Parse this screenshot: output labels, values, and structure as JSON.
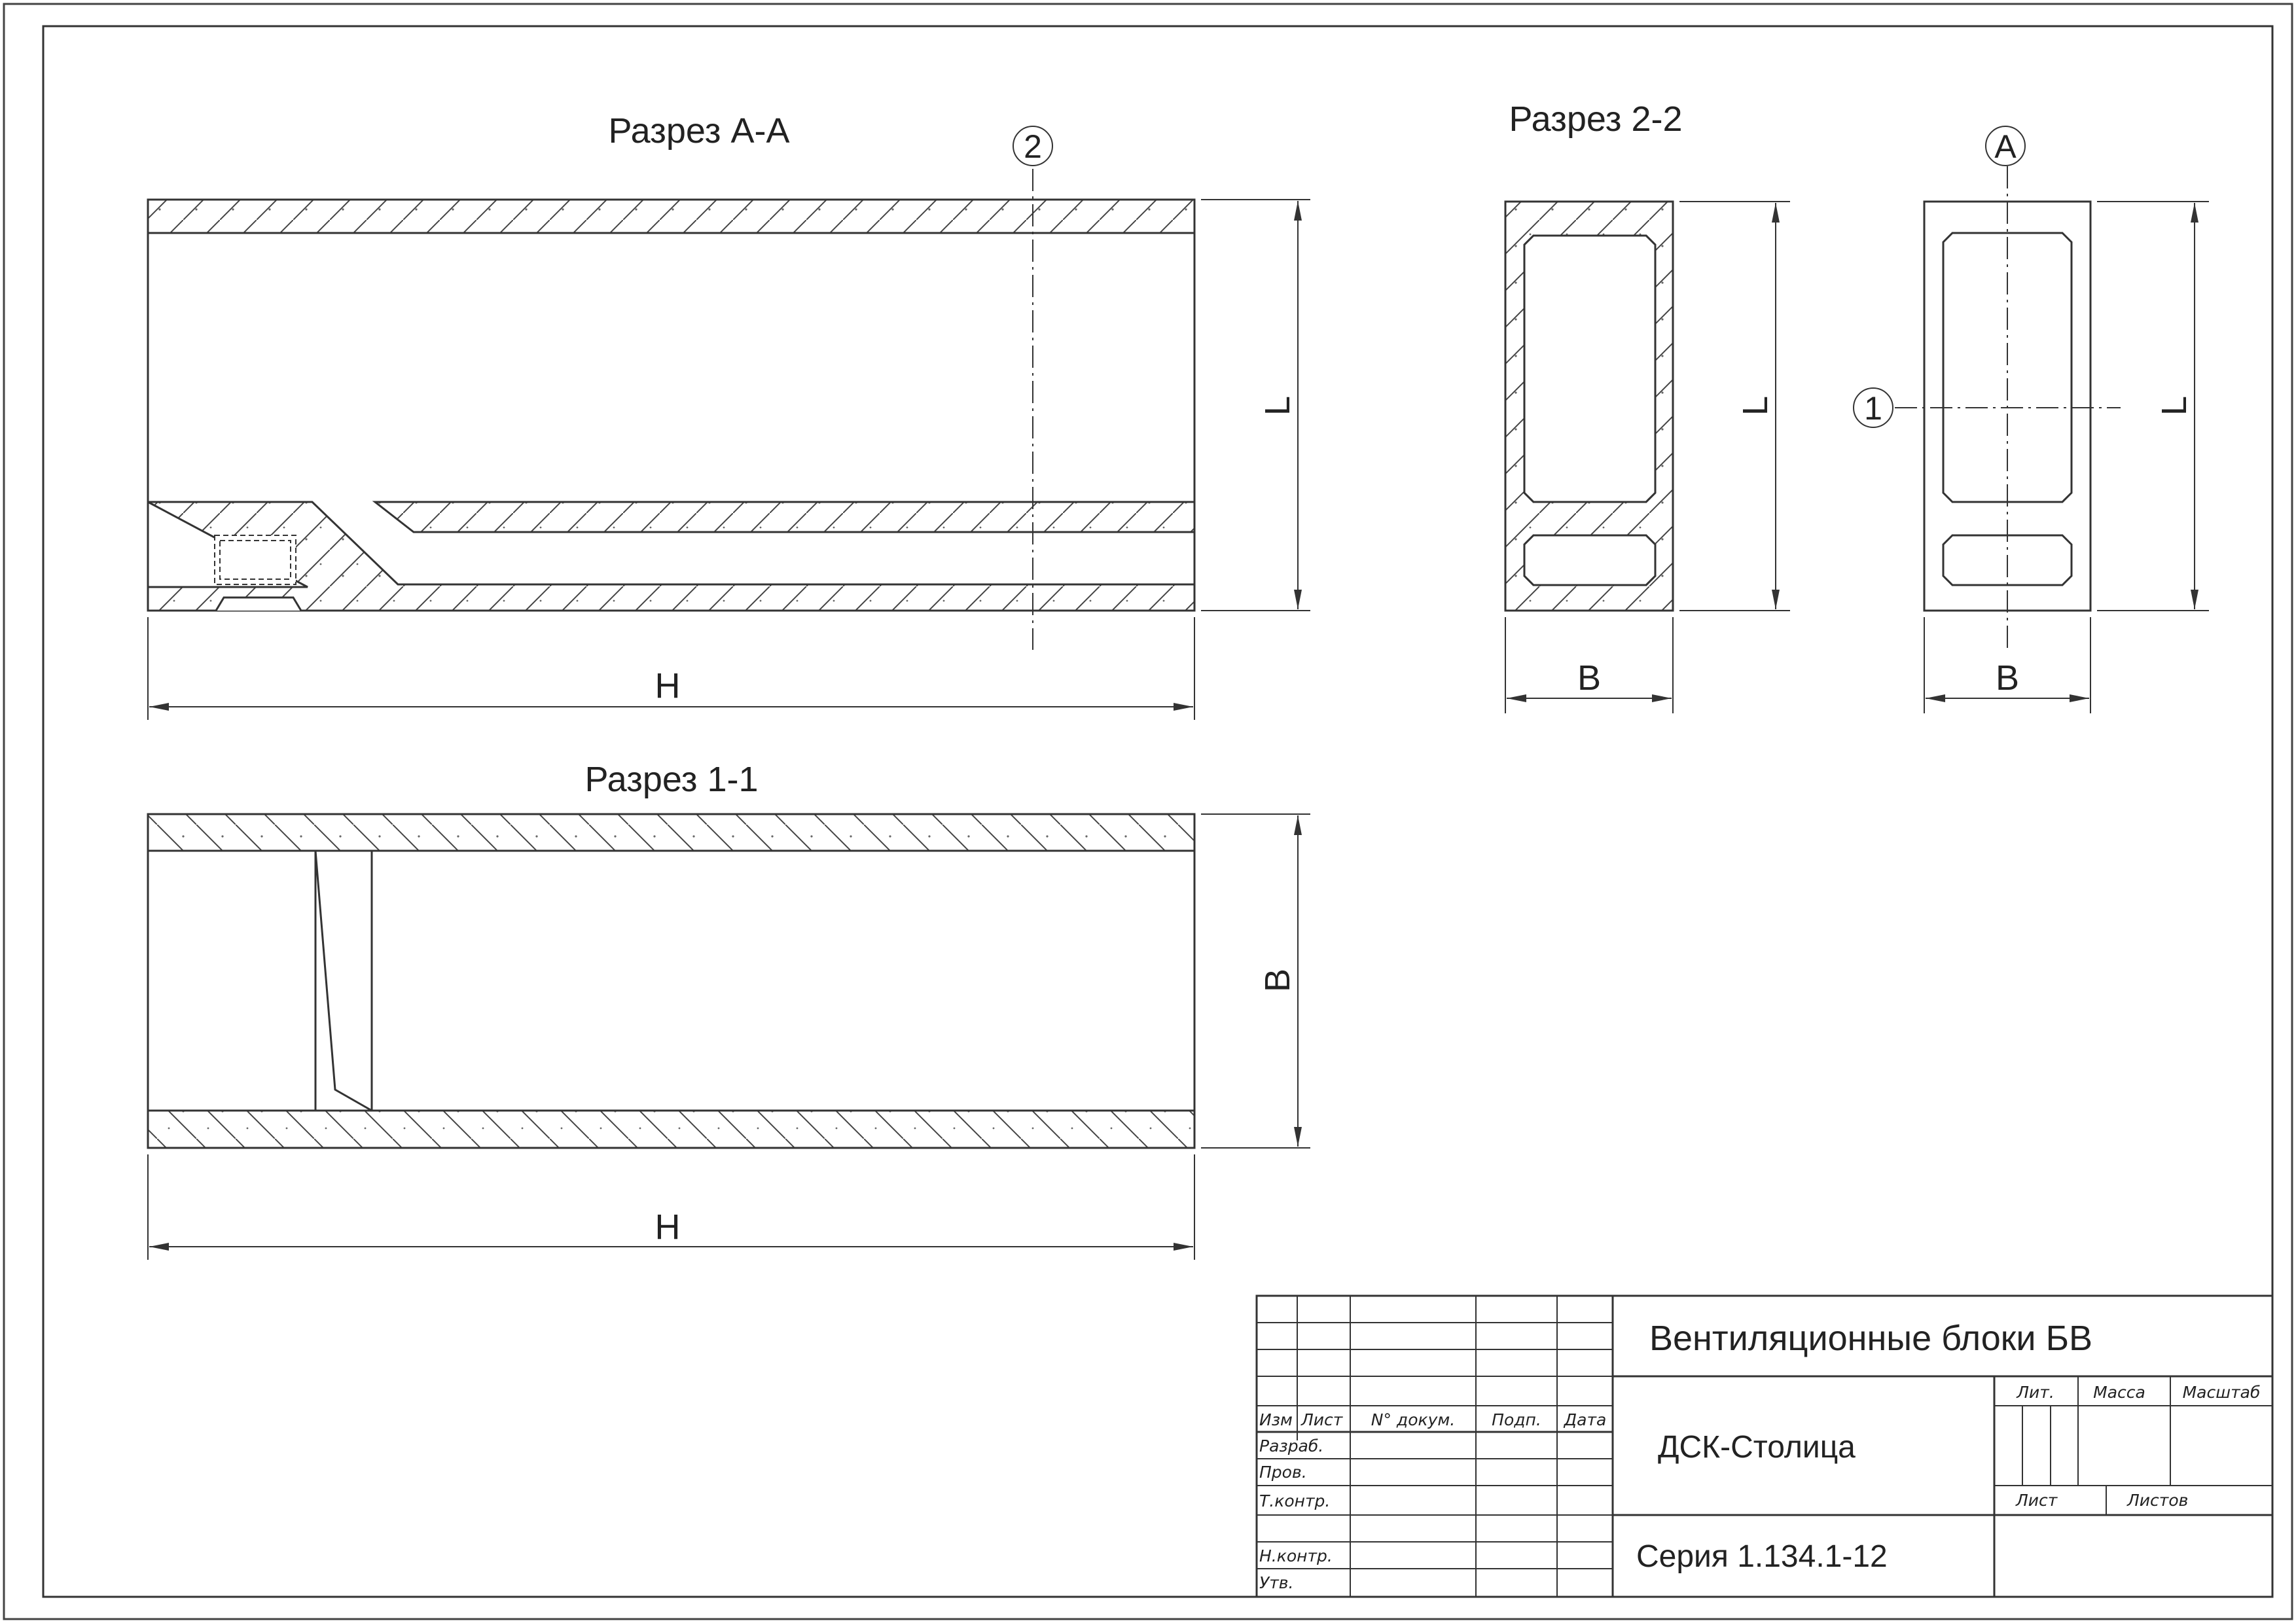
{
  "views": {
    "section_aa": {
      "title": "Разрез А-А",
      "dim_h": "H",
      "dim_l": "L",
      "marker": "2"
    },
    "section_22": {
      "title": "Разрез 2-2",
      "dim_b": "B",
      "dim_l": "L"
    },
    "facade": {
      "dim_b": "B",
      "dim_l": "L",
      "marker_top": "А",
      "marker_left": "1"
    },
    "section_11": {
      "title": "Разрез 1-1",
      "dim_h": "H",
      "dim_b": "B"
    }
  },
  "title_block": {
    "product_name": "Вентиляционные блоки БВ",
    "organization": "ДСК-Столица",
    "series": "Серия 1.134.1-12",
    "header": {
      "izm": "Изм",
      "list": "Лист",
      "doc": "N° докум.",
      "sign": "Подп.",
      "date": "Дата"
    },
    "roles": {
      "developer": "Разраб.",
      "checker": "Пров.",
      "tech_control": "Т.контр.",
      "norm_control": "Н.контр.",
      "approved": "Утв."
    },
    "lit": "Лит.",
    "mass": "Масса",
    "scale": "Масштаб",
    "sheet": "Лист",
    "sheets": "Листов"
  }
}
